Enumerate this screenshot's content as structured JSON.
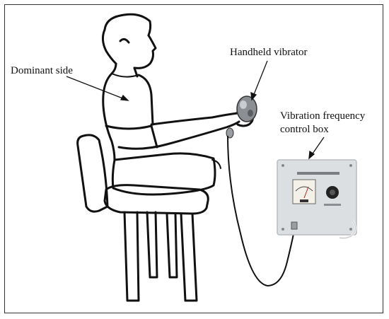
{
  "labels": {
    "dominant_side": "Dominant side",
    "handheld_vibrator": "Handheld vibrator",
    "control_box_line1": "Vibration frequency",
    "control_box_line2": "control box"
  },
  "colors": {
    "line": "#111111",
    "box_face": "#dcdfe2",
    "box_edge": "#b8bcc0",
    "meter_face": "#f4f2e8",
    "knob": "#222222"
  }
}
